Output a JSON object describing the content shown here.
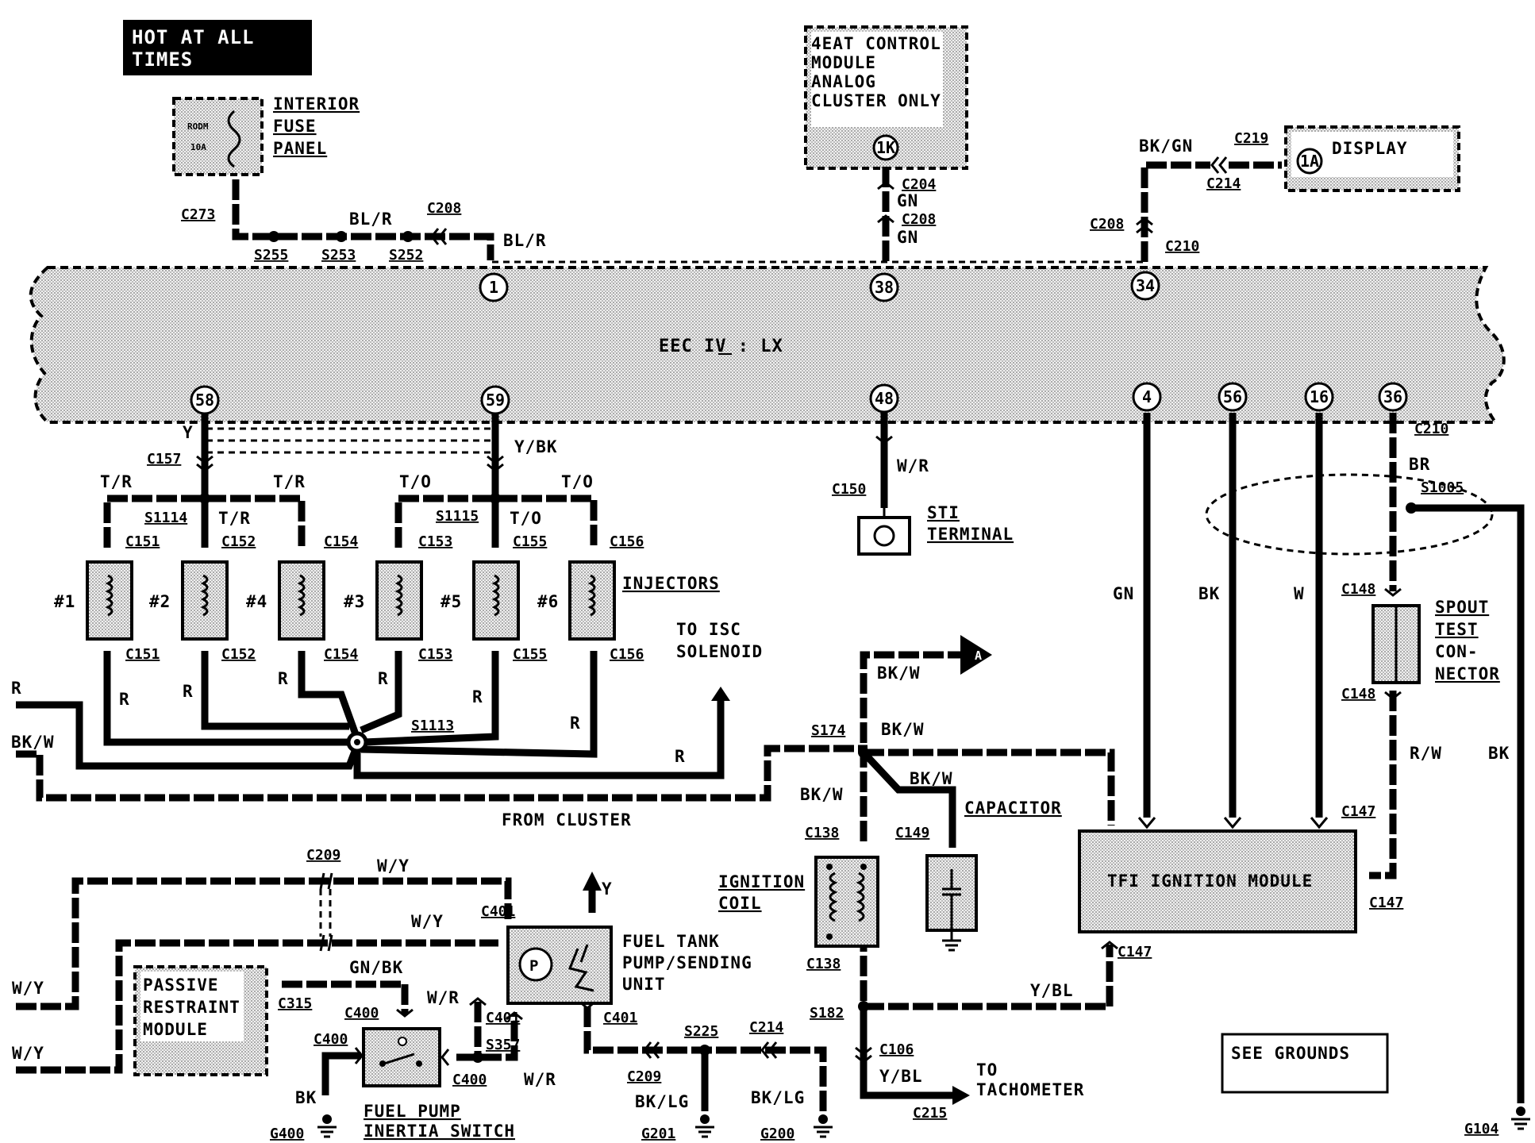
{
  "banner": {
    "line1": "HOT AT ALL",
    "line2": "TIMES"
  },
  "fuse_panel": {
    "l1": "INTERIOR",
    "l2": "FUSE",
    "l3": "PANEL",
    "fuse1": "RODM",
    "fuse2": "10A"
  },
  "control_module": {
    "l1": "4EAT CONTROL",
    "l2": "MODULE",
    "l3": "ANALOG",
    "l4": "CLUSTER ONLY",
    "pin": "1K"
  },
  "display": {
    "label": "DISPLAY",
    "pin": "1A"
  },
  "eec": {
    "label": "EEC IV : LX",
    "pins_top": [
      "1",
      "38",
      "34"
    ],
    "pins_bottom": [
      "58",
      "59",
      "48",
      "4",
      "56",
      "16",
      "36"
    ]
  },
  "connectors": [
    "C273",
    "C208",
    "C204",
    "C208",
    "C219",
    "C214",
    "C208",
    "C210",
    "C157",
    "C151",
    "C152",
    "C154",
    "C153",
    "C155",
    "C156",
    "C151",
    "C152",
    "C154",
    "C153",
    "C155",
    "C156",
    "C150",
    "C210",
    "C148",
    "C148",
    "C147",
    "C147",
    "C147",
    "C138",
    "C138",
    "C149",
    "C209",
    "C401",
    "C401",
    "C401",
    "C315",
    "C400",
    "C400",
    "C400",
    "C209",
    "C214",
    "C106",
    "C215"
  ],
  "splices": [
    "S255",
    "S253",
    "S252",
    "S1114",
    "S1115",
    "S1113",
    "S1005",
    "S174",
    "S182",
    "S225",
    "S357"
  ],
  "grounds": [
    "G400",
    "G201",
    "G200",
    "G104"
  ],
  "wire_colors": {
    "bl_r": "BL/R",
    "gn": "GN",
    "bk_gn": "BK/GN",
    "y": "Y",
    "y_bk": "Y/BK",
    "t_r": "T/R",
    "t_o": "T/O",
    "w_r": "W/R",
    "br": "BR",
    "bk": "BK",
    "w": "W",
    "r": "R",
    "bk_w": "BK/W",
    "r_w": "R/W",
    "y_bl": "Y/BL",
    "w_y": "W/Y",
    "gn_bk": "GN/BK",
    "bk_lg": "BK/LG"
  },
  "injectors": {
    "label": "INJECTORS",
    "numbers": [
      "#1",
      "#2",
      "#4",
      "#3",
      "#5",
      "#6"
    ]
  },
  "labels": {
    "sti1": "STI",
    "sti2": "TERMINAL",
    "spout1": "SPOUT",
    "spout2": "TEST",
    "spout3": "CON-",
    "spout4": "NECTOR",
    "isc1": "TO ISC",
    "isc2": "SOLENOID",
    "from_cluster": "FROM CLUSTER",
    "capacitor": "CAPACITOR",
    "ign1": "IGNITION",
    "ign2": "COIL",
    "tfi": "TFI IGNITION MODULE",
    "tank1": "FUEL TANK",
    "tank2": "PUMP/SENDING",
    "tank3": "UNIT",
    "prm1": "PASSIVE",
    "prm2": "RESTRAINT",
    "prm3": "MODULE",
    "inert1": "FUEL PUMP",
    "inert2": "INERTIA SWITCH",
    "tach1": "TO",
    "tach2": "TACHOMETER",
    "grounds_box": "SEE GROUNDS",
    "pump_p": "P",
    "flag_a": "A"
  }
}
